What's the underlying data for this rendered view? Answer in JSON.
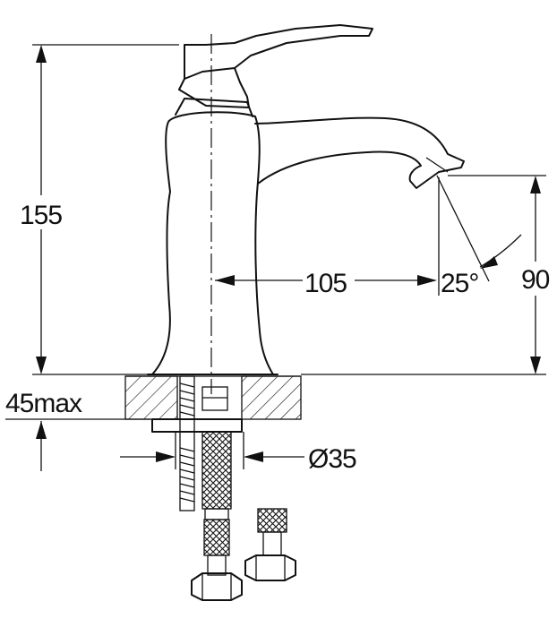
{
  "dimensions": {
    "height_total": "155",
    "spout_reach": "105",
    "spout_angle": "25°",
    "spout_height": "90",
    "max_deck_thickness": "45max",
    "hole_diameter": "Ø35"
  },
  "colors": {
    "line": "#111111",
    "background": "#ffffff"
  }
}
